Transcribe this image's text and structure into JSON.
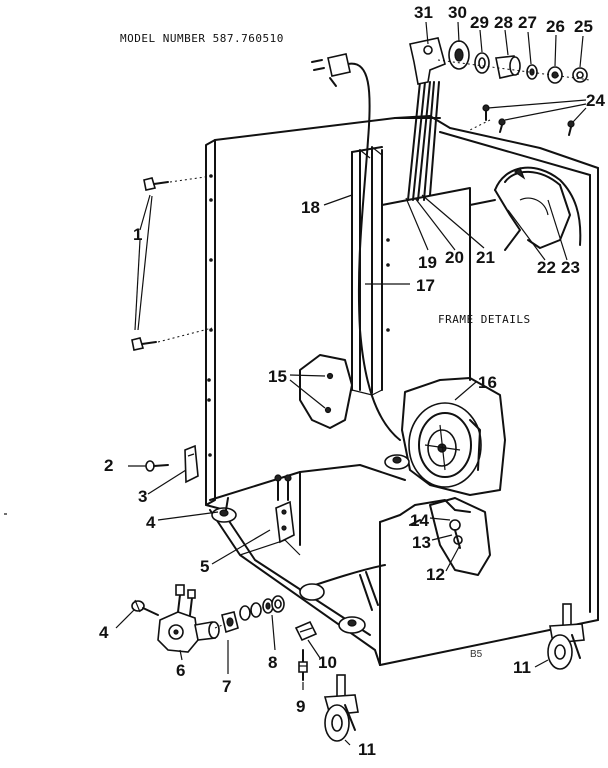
{
  "model_label": "MODEL NUMBER 587.760510",
  "section_label": "FRAME DETAILS",
  "page_code": "B5",
  "callouts": {
    "n1": "1",
    "n2": "2",
    "n3": "3",
    "n4a": "4",
    "n4b": "4",
    "n5": "5",
    "n6": "6",
    "n7": "7",
    "n8": "8",
    "n9": "9",
    "n10": "10",
    "n11a": "11",
    "n11b": "11",
    "n12": "12",
    "n13": "13",
    "n14": "14",
    "n15": "15",
    "n16": "16",
    "n17": "17",
    "n18": "18",
    "n19": "19",
    "n20": "20",
    "n21": "21",
    "n22": "22",
    "n23": "23",
    "n24": "24",
    "n25": "25",
    "n26": "26",
    "n27": "27",
    "n28": "28",
    "n29": "29",
    "n30": "30",
    "n31": "31"
  }
}
